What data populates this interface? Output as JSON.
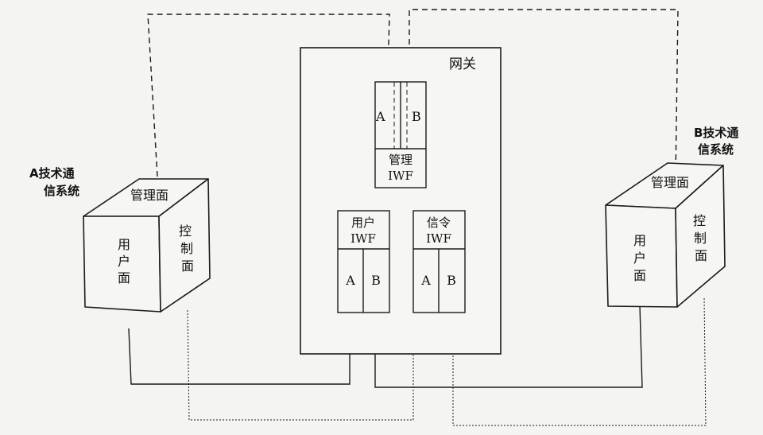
{
  "gateway": {
    "title": "网关",
    "mgmt_iwf": {
      "port_a": "A",
      "port_b": "B",
      "label_line1": "管理",
      "label_line2": "IWF"
    },
    "user_iwf": {
      "label_line1": "用户",
      "label_line2": "IWF",
      "port_a": "A",
      "port_b": "B"
    },
    "signal_iwf": {
      "label_line1": "信令",
      "label_line2": "IWF",
      "port_a": "A",
      "port_b": "B"
    }
  },
  "system_a": {
    "caption_line1": "A技术通",
    "caption_line2": "信系统",
    "top_face": "管理面",
    "front_face": [
      "用",
      "户",
      "面"
    ],
    "side_face": [
      "控",
      "制",
      "面"
    ]
  },
  "system_b": {
    "caption_line1": "B技术通",
    "caption_line2": "信系统",
    "top_face": "管理面",
    "front_face": [
      "用",
      "户",
      "面"
    ],
    "side_face": [
      "控",
      "制",
      "面"
    ]
  },
  "colors": {
    "line": "#1a1a1a",
    "background": "#f4f4f2"
  }
}
